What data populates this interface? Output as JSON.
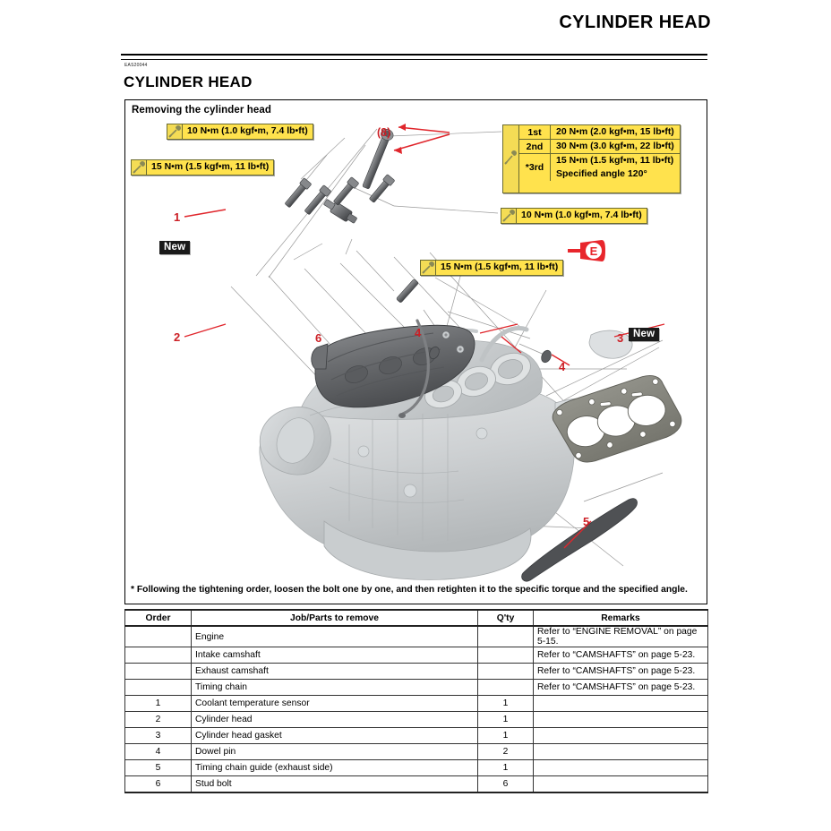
{
  "header": {
    "running_title": "CYLINDER HEAD"
  },
  "section": {
    "code": "EAS20044",
    "title": "CYLINDER HEAD"
  },
  "panel": {
    "title": "Removing the cylinder head"
  },
  "torque_boxes": [
    {
      "id": "tq-a",
      "text": "10 N•m (1.0 kgf•m, 7.4 lb•ft)"
    },
    {
      "id": "tq-b",
      "text": "15 N•m (1.5 kgf•m, 11 lb•ft)"
    },
    {
      "id": "tq-c",
      "text": "10 N•m (1.0 kgf•m, 7.4 lb•ft)"
    },
    {
      "id": "tq-d",
      "text": "15 N•m (1.5 kgf•m, 11 lb•ft)"
    }
  ],
  "torque_stack": {
    "rows": [
      {
        "stage": "1st",
        "lines": [
          "20 N•m (2.0 kgf•m, 15 lb•ft)"
        ]
      },
      {
        "stage": "2nd",
        "lines": [
          "30 N•m (3.0 kgf•m, 22 lb•ft)"
        ]
      },
      {
        "stage": "*3rd",
        "lines": [
          "15 N•m (1.5 kgf•m, 11 lb•ft)",
          "Specified angle 120°"
        ]
      }
    ]
  },
  "callouts": {
    "c1": "1",
    "c2": "2",
    "c3": "3",
    "c4a": "4",
    "c4b": "4",
    "c5": "5",
    "c6": "6",
    "c8": "(8)",
    "oil_symbol": "E"
  },
  "new_badges": {
    "left": "New",
    "right": "New"
  },
  "footnote": "* Following the tightening order, loosen the bolt one by one, and then retighten it to the specific torque and the specified angle.",
  "table": {
    "columns": [
      "Order",
      "Job/Parts to remove",
      "Q'ty",
      "Remarks"
    ],
    "rows": [
      {
        "order": "",
        "part": "Engine",
        "qty": "",
        "remarks": "Refer to “ENGINE REMOVAL” on page 5-15."
      },
      {
        "order": "",
        "part": "Intake camshaft",
        "qty": "",
        "remarks": "Refer to “CAMSHAFTS” on page 5-23."
      },
      {
        "order": "",
        "part": "Exhaust camshaft",
        "qty": "",
        "remarks": "Refer to “CAMSHAFTS” on page 5-23."
      },
      {
        "order": "",
        "part": "Timing chain",
        "qty": "",
        "remarks": "Refer to “CAMSHAFTS” on page 5-23."
      },
      {
        "order": "1",
        "part": "Coolant temperature sensor",
        "qty": "1",
        "remarks": ""
      },
      {
        "order": "2",
        "part": "Cylinder head",
        "qty": "1",
        "remarks": ""
      },
      {
        "order": "3",
        "part": "Cylinder head gasket",
        "qty": "1",
        "remarks": ""
      },
      {
        "order": "4",
        "part": "Dowel pin",
        "qty": "2",
        "remarks": ""
      },
      {
        "order": "5",
        "part": "Timing chain guide (exhaust side)",
        "qty": "1",
        "remarks": ""
      },
      {
        "order": "6",
        "part": "Stud bolt",
        "qty": "6",
        "remarks": ""
      }
    ]
  },
  "colors": {
    "callout_red": "#cc2026",
    "torque_yellow": "#ffe24d",
    "badge_black": "#1a1a1a"
  }
}
